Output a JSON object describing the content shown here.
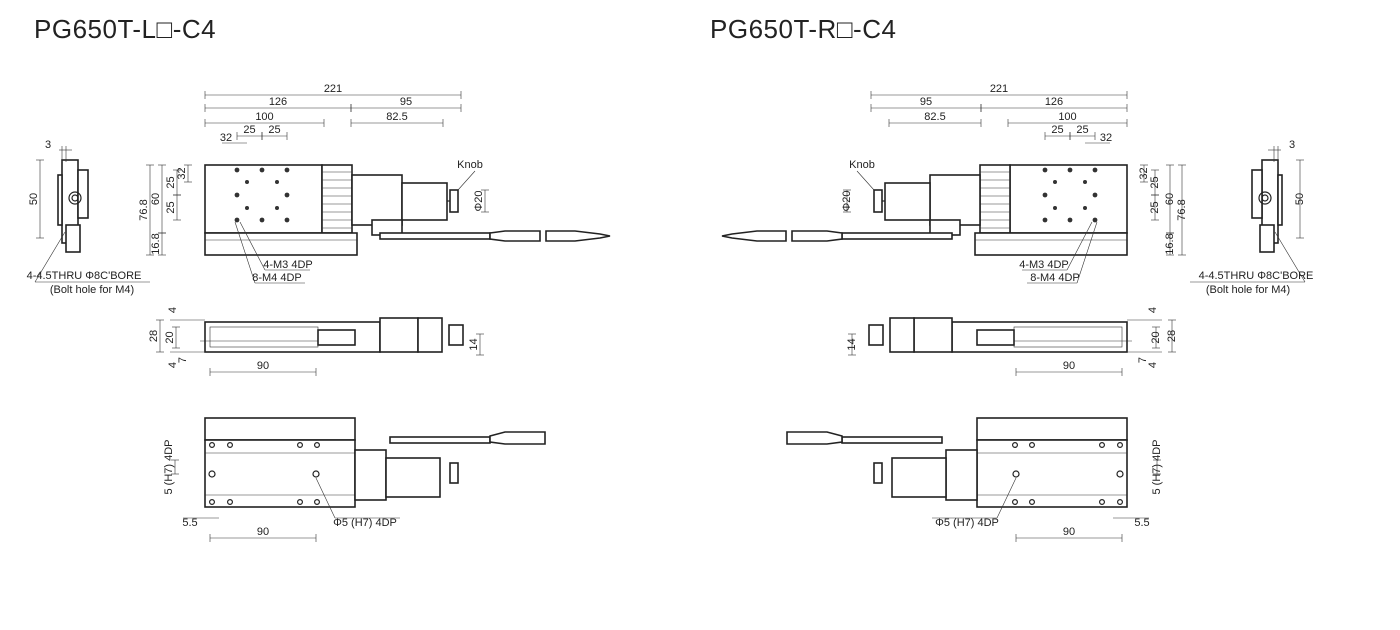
{
  "left": {
    "title": "PG650T-L□-C4",
    "labels": {
      "d221": "221",
      "d126": "126",
      "d95": "95",
      "d100": "100",
      "d82_5": "82.5",
      "d25a": "25",
      "d25b": "25",
      "d32h": "32",
      "d32v": "32",
      "d25c": "25",
      "d25d": "25",
      "d60": "60",
      "d76_8": "76.8",
      "d16_8": "16.8",
      "d3": "3",
      "d50": "50",
      "knob": "Knob",
      "phi20": "Φ20",
      "m3": "4-M3 4DP",
      "m4": "8-M4 4DP",
      "bore": "4-4.5THRU Φ8C'BORE",
      "bolt": "(Bolt hole for M4)",
      "f4a": "4",
      "f28": "28",
      "f20": "20",
      "f7": "7",
      "f4b": "4",
      "f14": "14",
      "f90": "90",
      "h7v": "5 (H7) 4DP",
      "b5_5": "5.5",
      "b90": "90",
      "phi5": "Φ5 (H7) 4DP"
    }
  },
  "right": {
    "title": "PG650T-R□-C4",
    "labels": {
      "d221": "221",
      "d126": "126",
      "d95": "95",
      "d100": "100",
      "d82_5": "82.5",
      "d25a": "25",
      "d25b": "25",
      "d32h": "32",
      "d32v": "32",
      "d25c": "25",
      "d25d": "25",
      "d60": "60",
      "d76_8": "76.8",
      "d16_8": "16.8",
      "d3": "3",
      "d50": "50",
      "knob": "Knob",
      "phi20": "Φ20",
      "m3": "4-M3 4DP",
      "m4": "8-M4 4DP",
      "bore": "4-4.5THRU Φ8C'BORE",
      "bolt": "(Bolt hole for M4)",
      "f4a": "4",
      "f28": "28",
      "f20": "20",
      "f7": "7",
      "f4b": "4",
      "f14": "14",
      "f90": "90",
      "h7v": "5 (H7) 4DP",
      "b5_5": "5.5",
      "b90": "90",
      "phi5": "Φ5 (H7) 4DP"
    }
  }
}
